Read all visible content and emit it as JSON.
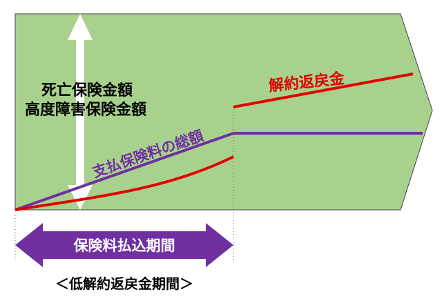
{
  "labels": {
    "death_benefit_line1": "死亡保険金額",
    "death_benefit_line2": "高度障害保険金額",
    "surrender_value": "解約返戻金",
    "total_premiums": "支払保険料の総額",
    "premium_period": "保険料払込期間",
    "low_surrender_period": "＜低解約返戻金期間＞"
  },
  "colors": {
    "background_area": "#a9d18e",
    "surrender_line": "#e00000",
    "premium_line": "#7030a0",
    "period_arrow": "#7030a0",
    "benefit_arrow": "#ffffff"
  }
}
